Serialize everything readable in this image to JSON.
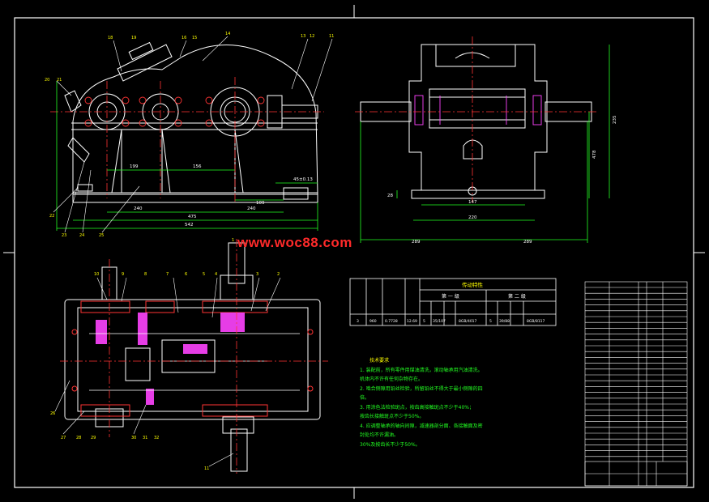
{
  "watermark": "www.woc88.com",
  "front_view": {
    "dims": [
      "199",
      "156",
      "45±0.13",
      "109",
      "240",
      "240",
      "475",
      "542"
    ]
  },
  "side_view": {
    "dims": [
      "235",
      "478",
      "28",
      "147",
      "220",
      "289",
      "289"
    ]
  },
  "spec_table": {
    "title": "传动特性",
    "stage1": "第 一 级",
    "stage2": "第 二 级",
    "row_values": [
      "3",
      "960",
      "0.7728",
      "12.69",
      "5",
      "35/107",
      "8GB/4017",
      "5",
      "39/88",
      "8GB/8117"
    ]
  },
  "notes": {
    "title": "技术要求",
    "lines": [
      "1. 装配前，所有零件用煤油清洗，滚动轴承用汽油清洗。",
      "机体内不许有任何杂物存在。",
      "2. 啮合侧隙用铅丝检验，所留铅丝不得大于最小侧隙的四倍。",
      "3. 用涂色法检验斑点，按齿高接触斑点不少于40%；",
      "按齿长接触斑点不少于50%。",
      "4. 应调整轴承的轴向间隙，减速器剖分面、各接触面及密封处均不许漏油。",
      "30%及按齿长不少于50%。"
    ]
  },
  "colors": {
    "line": "#ffffff",
    "dim": "#22ff22",
    "center": "#ff3333",
    "label": "#ffff00",
    "accent": "#ff44ff",
    "watermark": "#ff2a2a"
  }
}
